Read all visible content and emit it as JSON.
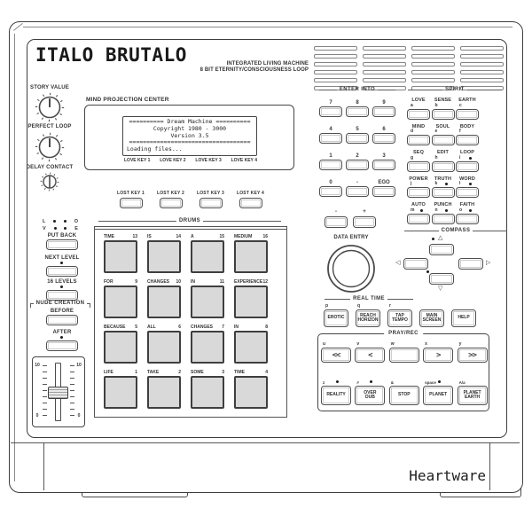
{
  "header": {
    "title": "ITALO BRUTALO",
    "tagline1": "INTEGRATED LIVING MACHINE",
    "tagline2": "8 BIT ETERNITY/CONSCIOUSNESS LOOP"
  },
  "brand": "Heartware",
  "colors": {
    "line": "#3d3d3d",
    "pad_fill": "#d9d9d9",
    "background": "#ffffff"
  },
  "knobs": [
    {
      "label": "STORY VALUE"
    },
    {
      "label": "PERFECT LOOP"
    },
    {
      "label": "DELAY CONTACT"
    }
  ],
  "projection": {
    "section_label": "MIND PROJECTION CENTER",
    "lcd_lines": [
      "========== Dream Machine ==========",
      "Copyright 1980 - 3000",
      "Version 3.5",
      "===================================",
      "Loading files..."
    ],
    "love_keys": [
      "LOVE KEY 1",
      "LOVE KEY 2",
      "LOVE KEY 3",
      "LOVE KEY 4"
    ]
  },
  "lost_keys": [
    "LOST KEY 1",
    "LOST KEY 2",
    "LOST KEY 3",
    "LOST KEY 4"
  ],
  "left_controls": {
    "led_rows": [
      {
        "l": "L",
        "r": "O"
      },
      {
        "l": "V",
        "r": "E"
      }
    ],
    "put_back": "PUT BACK",
    "next_level": "NEXT LEVEL",
    "sixteen_levels": "16 LEVELS",
    "nude_creation": {
      "section_label": "NUDE CREATION",
      "before": "BEFORE",
      "after": "AFTER",
      "slider_max": "10",
      "slider_min": "0"
    }
  },
  "drums": {
    "section_label": "DRUMS",
    "pads": [
      {
        "label": "TIME",
        "num": "13"
      },
      {
        "label": "IS",
        "num": "14"
      },
      {
        "label": "A",
        "num": "15"
      },
      {
        "label": "MEDIUM",
        "num": "16"
      },
      {
        "label": "FOR",
        "num": "9"
      },
      {
        "label": "CHANGES",
        "num": "10"
      },
      {
        "label": "IN",
        "num": "11"
      },
      {
        "label": "EXPERIENCE",
        "num": "12"
      },
      {
        "label": "BECAUSE",
        "num": "5"
      },
      {
        "label": "ALL",
        "num": "6"
      },
      {
        "label": "CHANGES",
        "num": "7"
      },
      {
        "label": "IN",
        "num": "8"
      },
      {
        "label": "LIFE",
        "num": "1"
      },
      {
        "label": "TAKE",
        "num": "2"
      },
      {
        "label": "SOME",
        "num": "3"
      },
      {
        "label": "TIME",
        "num": "4"
      }
    ]
  },
  "keypad": {
    "section_label": "ENTER INTO",
    "keys": [
      "7",
      "8",
      "9",
      "4",
      "5",
      "6",
      "1",
      "2",
      "3",
      "0",
      "-",
      "EGO"
    ],
    "minus_label": "-",
    "plus_label": "+"
  },
  "data_entry": {
    "label": "DATA ENTRY"
  },
  "spirit": {
    "section_label": "SPIRIT",
    "buttons": [
      {
        "label": "LOVE",
        "key": "a",
        "led": false
      },
      {
        "label": "SENSE",
        "key": "b",
        "led": false
      },
      {
        "label": "EARTH",
        "key": "c",
        "led": false
      },
      {
        "label": "MIND",
        "key": "d",
        "led": false
      },
      {
        "label": "SOUL",
        "key": "e",
        "led": false
      },
      {
        "label": "BODY",
        "key": "f",
        "led": false
      },
      {
        "label": "SEQ",
        "key": "g",
        "led": false
      },
      {
        "label": "EDIT",
        "key": "h",
        "led": false
      },
      {
        "label": "LOOP",
        "key": "i",
        "led": true
      },
      {
        "label": "POWER",
        "key": "j",
        "led": false
      },
      {
        "label": "TRUTH",
        "key": "k",
        "led": true
      },
      {
        "label": "WORD",
        "key": "l",
        "led": true
      },
      {
        "label": "AUTO",
        "key": "m",
        "led": true
      },
      {
        "label": "PUNCH",
        "key": "n",
        "led": true
      },
      {
        "label": "FAITH",
        "key": "o",
        "led": true
      }
    ]
  },
  "compass": {
    "section_label": "COMPASS"
  },
  "real_time": {
    "section_label": "REAL TIME",
    "buttons": [
      {
        "label": "EROTIC",
        "key": "p"
      },
      {
        "label": "REACH HORIZON",
        "key": "q"
      },
      {
        "label": "TAP TEMPO",
        "key": "r"
      },
      {
        "label": "MAIN SCREEN",
        "key": ""
      },
      {
        "label": "HELP",
        "key": ""
      }
    ]
  },
  "pray_rec": {
    "section_label": "PRAY/REC",
    "transport": [
      {
        "glyph": "<<",
        "key": "u"
      },
      {
        "glyph": "<",
        "key": "v"
      },
      {
        "glyph": "",
        "key": "w"
      },
      {
        "glyph": ">",
        "key": "x"
      },
      {
        "glyph": ">>",
        "key": "y"
      }
    ],
    "buttons": [
      {
        "label": "REALITY",
        "key": "z",
        "led": true
      },
      {
        "label": "OVER DUB",
        "key": "#",
        "led": true
      },
      {
        "label": "STOP",
        "key": "&",
        "led": false
      },
      {
        "label": "PLANET",
        "key": "space",
        "led": true
      },
      {
        "label": "PLANET EARTH",
        "key": "A/a",
        "led": false
      }
    ]
  }
}
